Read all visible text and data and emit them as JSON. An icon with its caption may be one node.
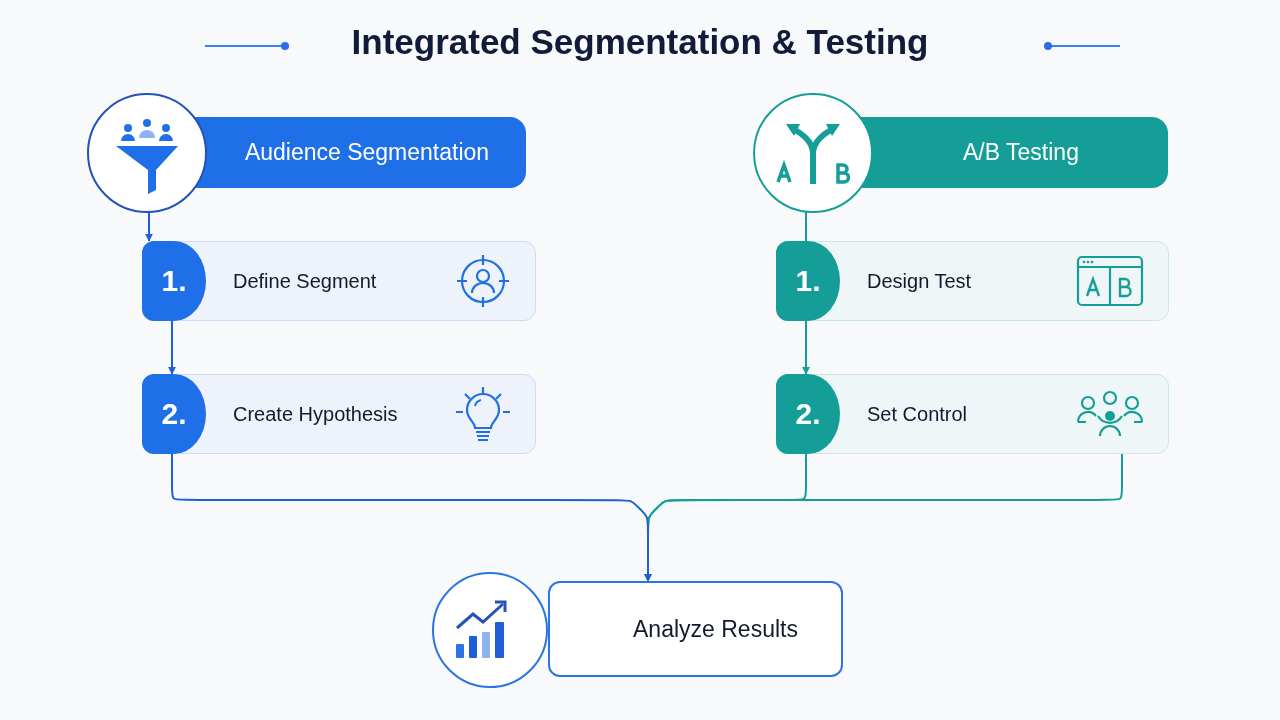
{
  "diagram": {
    "title": "Integrated Segmentation & Testing",
    "nodes": [
      {
        "text": [
          "Audience Segmentation"
        ]
      },
      {
        "text": [
          "1.",
          "Define Segment"
        ]
      },
      {
        "text": [
          "2.",
          "Create Hypothesis"
        ]
      },
      {
        "text": [
          "A/B Testing"
        ]
      },
      {
        "text": [
          "1.",
          "Design Test"
        ]
      },
      {
        "text": [
          "2.",
          "Set Control"
        ]
      },
      {
        "text": [
          "Analyze Results"
        ]
      }
    ],
    "edges": [
      {
        "from": 0,
        "to": 1,
        "arrow": "to"
      },
      {
        "from": 1,
        "to": 2,
        "arrow": "to"
      },
      {
        "from": 3,
        "to": 4,
        "arrow": "none",
        "color": "#159e98"
      },
      {
        "from": 4,
        "to": 5,
        "arrow": "to",
        "color": "#159e98"
      },
      {
        "from": 5,
        "to": 6,
        "arrow": "to",
        "color": "#159e98"
      },
      {
        "from": 5,
        "to": 6,
        "arrow": "to",
        "color": "#159e98"
      },
      {
        "from": 2,
        "to": 6,
        "arrow": "to"
      }
    ]
  }
}
